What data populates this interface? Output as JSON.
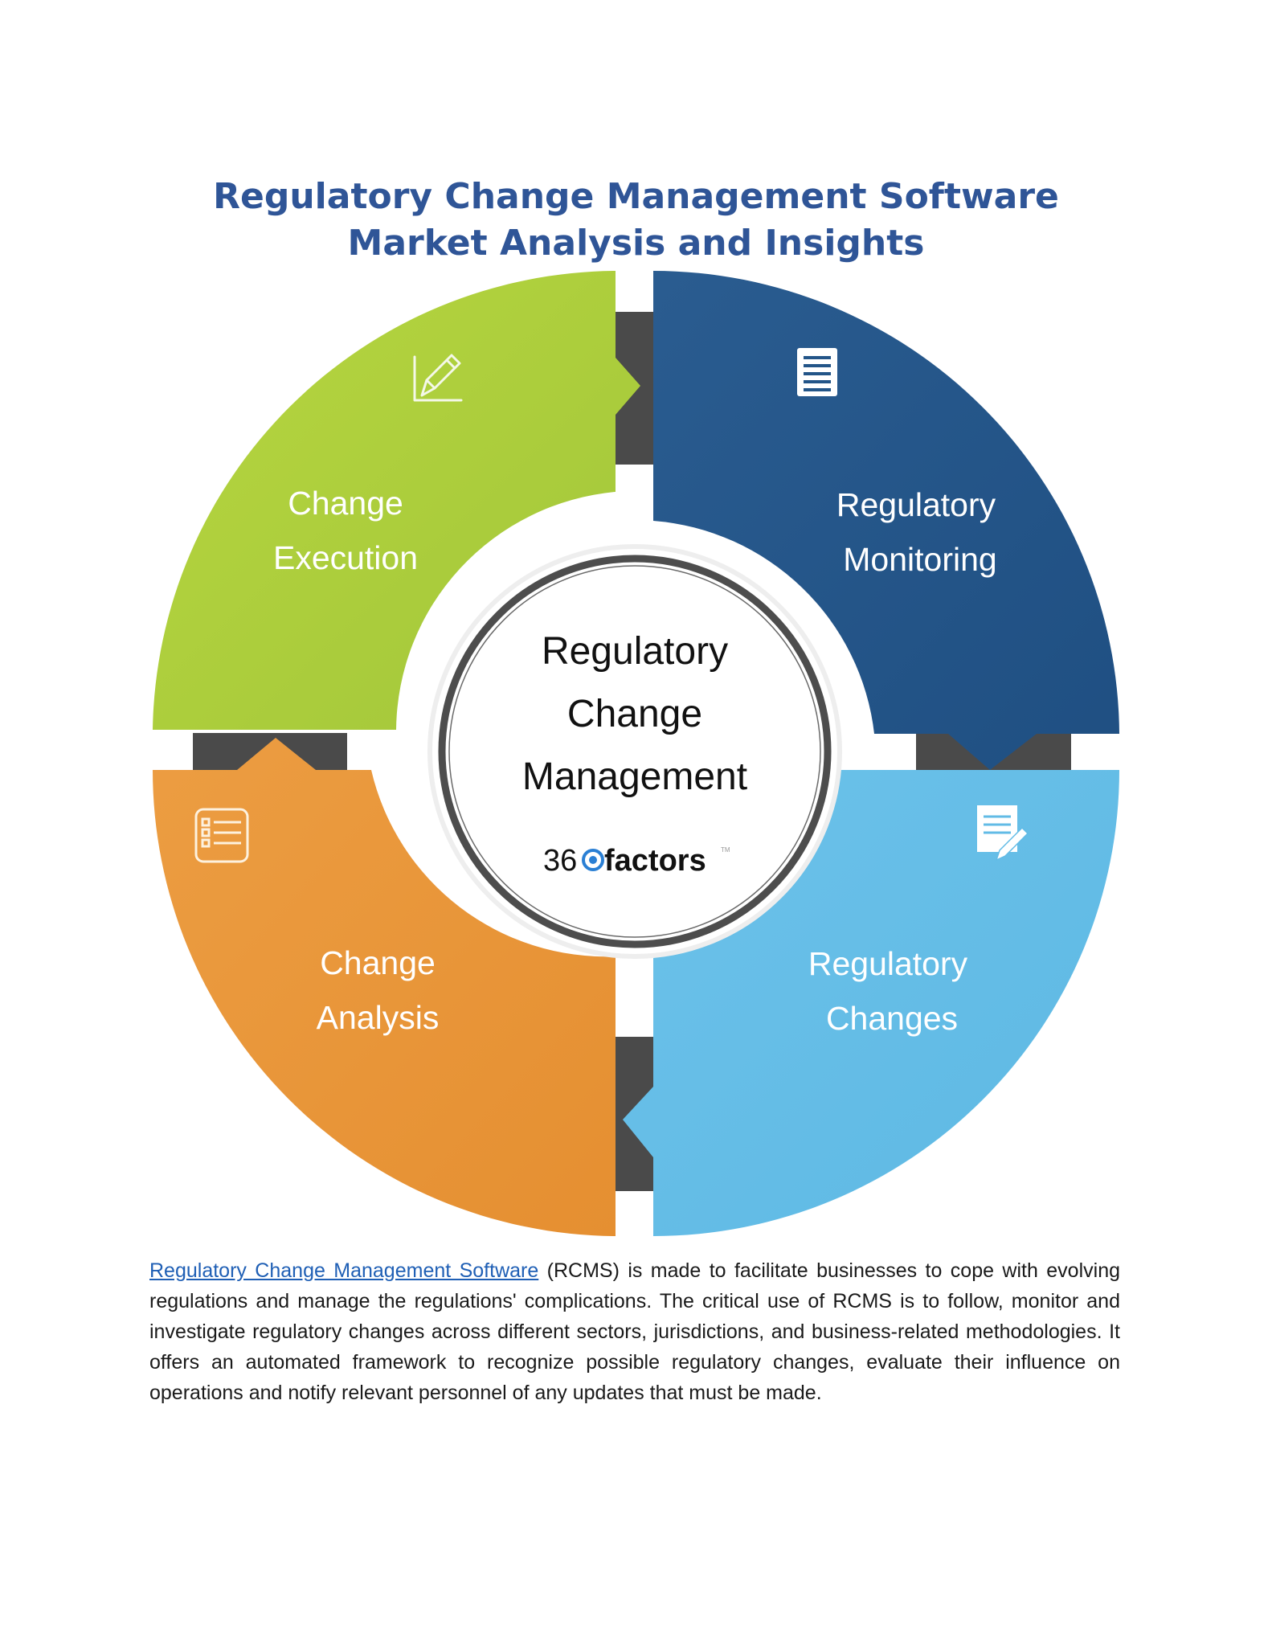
{
  "title": {
    "line1": "Regulatory Change Management Software",
    "line2": "Market Analysis and Insights",
    "color": "#2f5597"
  },
  "diagram": {
    "center": {
      "line1": "Regulatory",
      "line2": "Change",
      "line3": "Management",
      "logo": {
        "prefix": "36",
        "icon": "target-circle-icon",
        "name": "factors",
        "tm": "TM",
        "accent": "#2a7fd4"
      }
    },
    "segments": [
      {
        "id": "change-execution",
        "line1": "Change",
        "line2": "Execution",
        "icon": "pencil-chart-icon",
        "color": "#a6c93a",
        "color_light": "#b5d43e"
      },
      {
        "id": "regulatory-monitoring",
        "line1": "Regulatory",
        "line2": "Monitoring",
        "icon": "document-lines-icon",
        "color": "#235588",
        "color_light": "#2a5d91"
      },
      {
        "id": "regulatory-changes",
        "line1": "Regulatory",
        "line2": "Changes",
        "icon": "document-edit-icon",
        "color": "#62bbe6",
        "color_light": "#68c0ea"
      },
      {
        "id": "change-analysis",
        "line1": "Change",
        "line2": "Analysis",
        "icon": "checklist-icon",
        "color": "#e89334",
        "color_light": "#ec9a3c"
      }
    ],
    "connector_color": "#4a4a4a"
  },
  "paragraph": {
    "link_text": "Regulatory Change Management Software",
    "body": " (RCMS) is made to facilitate businesses to cope with evolving regulations and manage the regulations' complications. The critical use of RCMS is to follow, monitor and investigate regulatory changes across different sectors, jurisdictions, and business-related methodologies. It offers an automated framework to recognize possible regulatory changes, evaluate their influence on operations and notify relevant personnel of any updates that must be made.",
    "link_color": "#1f5fb5"
  }
}
